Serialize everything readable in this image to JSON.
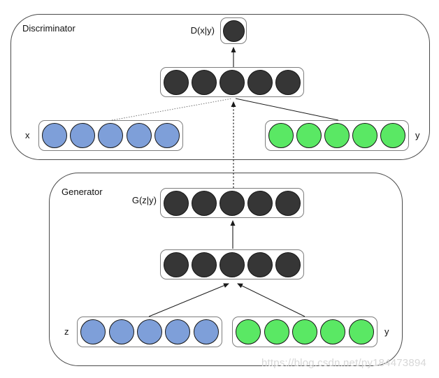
{
  "diagram": {
    "discriminator": {
      "label": "Discriminator",
      "output_label": "D(x|y)",
      "output_nodes": 1,
      "hidden_nodes": 5,
      "input_x": {
        "label": "x",
        "nodes": 5
      },
      "input_y": {
        "label": "y",
        "nodes": 5
      }
    },
    "generator": {
      "label": "Generator",
      "output_label": "G(z|y)",
      "output_nodes": 5,
      "hidden_nodes": 5,
      "input_z": {
        "label": "z",
        "nodes": 5
      },
      "input_y": {
        "label": "y",
        "nodes": 5
      }
    },
    "connections": [
      {
        "from": "x-input-layer",
        "to": "discriminator-hidden-layer",
        "style": "dotted"
      },
      {
        "from": "y-input-layer-discriminator",
        "to": "discriminator-hidden-layer",
        "style": "solid"
      },
      {
        "from": "discriminator-hidden-layer",
        "to": "discriminator-output-node",
        "style": "solid-arrow"
      },
      {
        "from": "generator-output-layer",
        "to": "discriminator-hidden-layer",
        "style": "dotted-arrow"
      },
      {
        "from": "generator-hidden-layer",
        "to": "generator-output-layer",
        "style": "solid-arrow"
      },
      {
        "from": "z-input-layer",
        "to": "generator-hidden-layer",
        "style": "solid-arrow"
      },
      {
        "from": "y-input-layer-generator",
        "to": "generator-hidden-layer",
        "style": "solid-arrow"
      }
    ],
    "watermark": "https://blog.csdn.net/py184473894"
  },
  "colors": {
    "node_dark": "#363636",
    "node_blue": "#7e9fd9",
    "node_green": "#5ae864",
    "box_border": "#4a4a4a",
    "layer_border": "#7d7d7d",
    "edge": "#1a1a1a",
    "watermark": "#d7d7d7"
  }
}
